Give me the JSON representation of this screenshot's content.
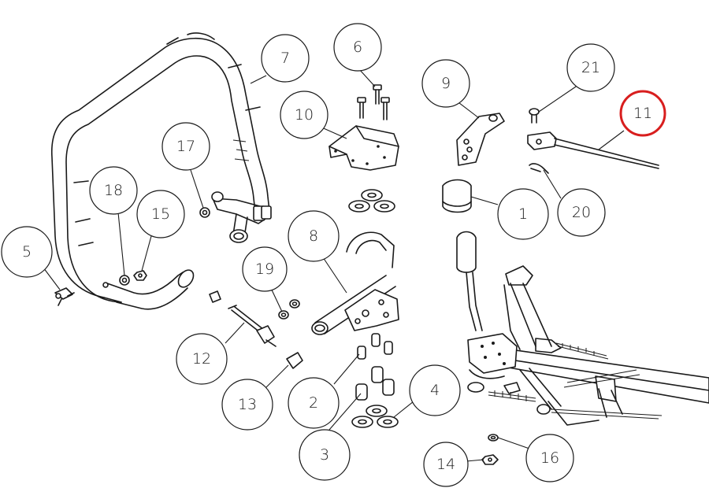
{
  "callouts": [
    {
      "id": "1",
      "label": "1",
      "highlighted": false
    },
    {
      "id": "2",
      "label": "2",
      "highlighted": false
    },
    {
      "id": "3",
      "label": "3",
      "highlighted": false
    },
    {
      "id": "4",
      "label": "4",
      "highlighted": false
    },
    {
      "id": "5",
      "label": "5",
      "highlighted": false
    },
    {
      "id": "6",
      "label": "6",
      "highlighted": false
    },
    {
      "id": "7",
      "label": "7",
      "highlighted": false
    },
    {
      "id": "8",
      "label": "8",
      "highlighted": false
    },
    {
      "id": "9",
      "label": "9",
      "highlighted": false
    },
    {
      "id": "10",
      "label": "10",
      "highlighted": false
    },
    {
      "id": "11",
      "label": "11",
      "highlighted": true
    },
    {
      "id": "12",
      "label": "12",
      "highlighted": false
    },
    {
      "id": "13",
      "label": "13",
      "highlighted": false
    },
    {
      "id": "14",
      "label": "14",
      "highlighted": false
    },
    {
      "id": "15",
      "label": "15",
      "highlighted": false
    },
    {
      "id": "16",
      "label": "16",
      "highlighted": false
    },
    {
      "id": "17",
      "label": "17",
      "highlighted": false
    },
    {
      "id": "18",
      "label": "18",
      "highlighted": false
    },
    {
      "id": "19",
      "label": "19",
      "highlighted": false
    },
    {
      "id": "20",
      "label": "20",
      "highlighted": false
    },
    {
      "id": "21",
      "label": "21",
      "highlighted": false
    }
  ],
  "colors": {
    "line": "#1a1a1a",
    "highlight": "#d81e1e",
    "background": "#ffffff"
  }
}
